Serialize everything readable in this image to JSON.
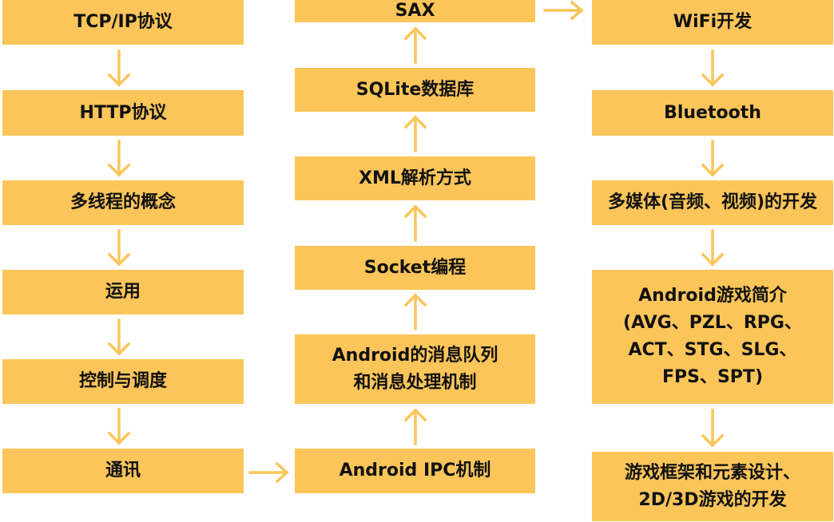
{
  "colors": {
    "box": "#fbc55a",
    "arrow": "#fbc55a",
    "text": "#111111"
  },
  "columns": [
    {
      "nodes": [
        {
          "label": "TCP/IP协议"
        },
        {
          "label": "HTTP协议"
        },
        {
          "label": "多线程的概念"
        },
        {
          "label": "运用"
        },
        {
          "label": "控制与调度"
        },
        {
          "label": "通讯"
        }
      ]
    },
    {
      "nodes": [
        {
          "label": "SAX"
        },
        {
          "label": "SQLite数据库"
        },
        {
          "label": "XML解析方式"
        },
        {
          "label": "Socket编程"
        },
        {
          "label": "Android的消息队列\n和消息处理机制"
        },
        {
          "label": "Android IPC机制"
        }
      ]
    },
    {
      "nodes": [
        {
          "label": "WiFi开发"
        },
        {
          "label": "Bluetooth"
        },
        {
          "label": "多媒体(音频、视频)的开发"
        },
        {
          "label": "Android游戏简介\n(AVG、PZL、RPG、\nACT、STG、SLG、\nFPS、SPT)"
        },
        {
          "label": "游戏框架和元素设计、\n2D/3D游戏的开发"
        }
      ]
    }
  ]
}
